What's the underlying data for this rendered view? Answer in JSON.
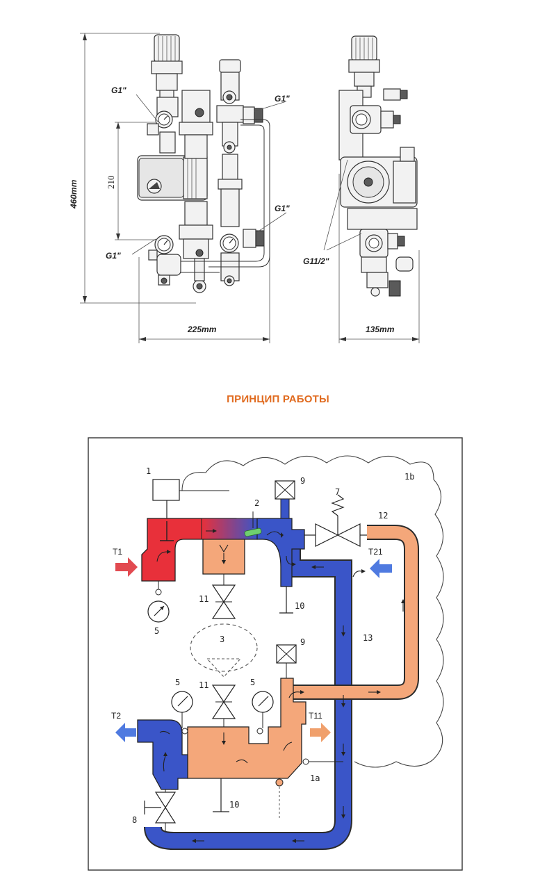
{
  "drawing": {
    "front_labels": {
      "g1_top_left": "G1\"",
      "g1_top_right": "G1\"",
      "g1_mid_right": "G1\"",
      "g1_bottom_left": "G1\"",
      "dim_height": "460mm",
      "dim_inner": "210",
      "dim_width": "225mm"
    },
    "side_labels": {
      "g1_half": "G11/2\"",
      "dim_depth": "135mm"
    }
  },
  "heading": "ПРИНЦИП РАБОТЫ",
  "scheme": {
    "labels": {
      "n1": "1",
      "n1a": "1a",
      "n1b": "1b",
      "n2": "2",
      "n3": "3",
      "n5_top": "5",
      "n5_left": "5",
      "n5_right": "5",
      "n7": "7",
      "n8": "8",
      "n9_top": "9",
      "n9_mid": "9",
      "n10_top": "10",
      "n10_bottom": "10",
      "n11_top": "11",
      "n11_bottom": "11",
      "n12": "12",
      "n13": "13",
      "t1": "T1",
      "t2": "T2",
      "t11": "T11",
      "t21": "T21"
    },
    "colors": {
      "hot": "#e8303a",
      "mixed": "#f4a77a",
      "return": "#3a55c8",
      "hot_arrow": "#e24a50",
      "return_arrow": "#4f7ae0",
      "mixed_arrow": "#f0a06c"
    }
  }
}
